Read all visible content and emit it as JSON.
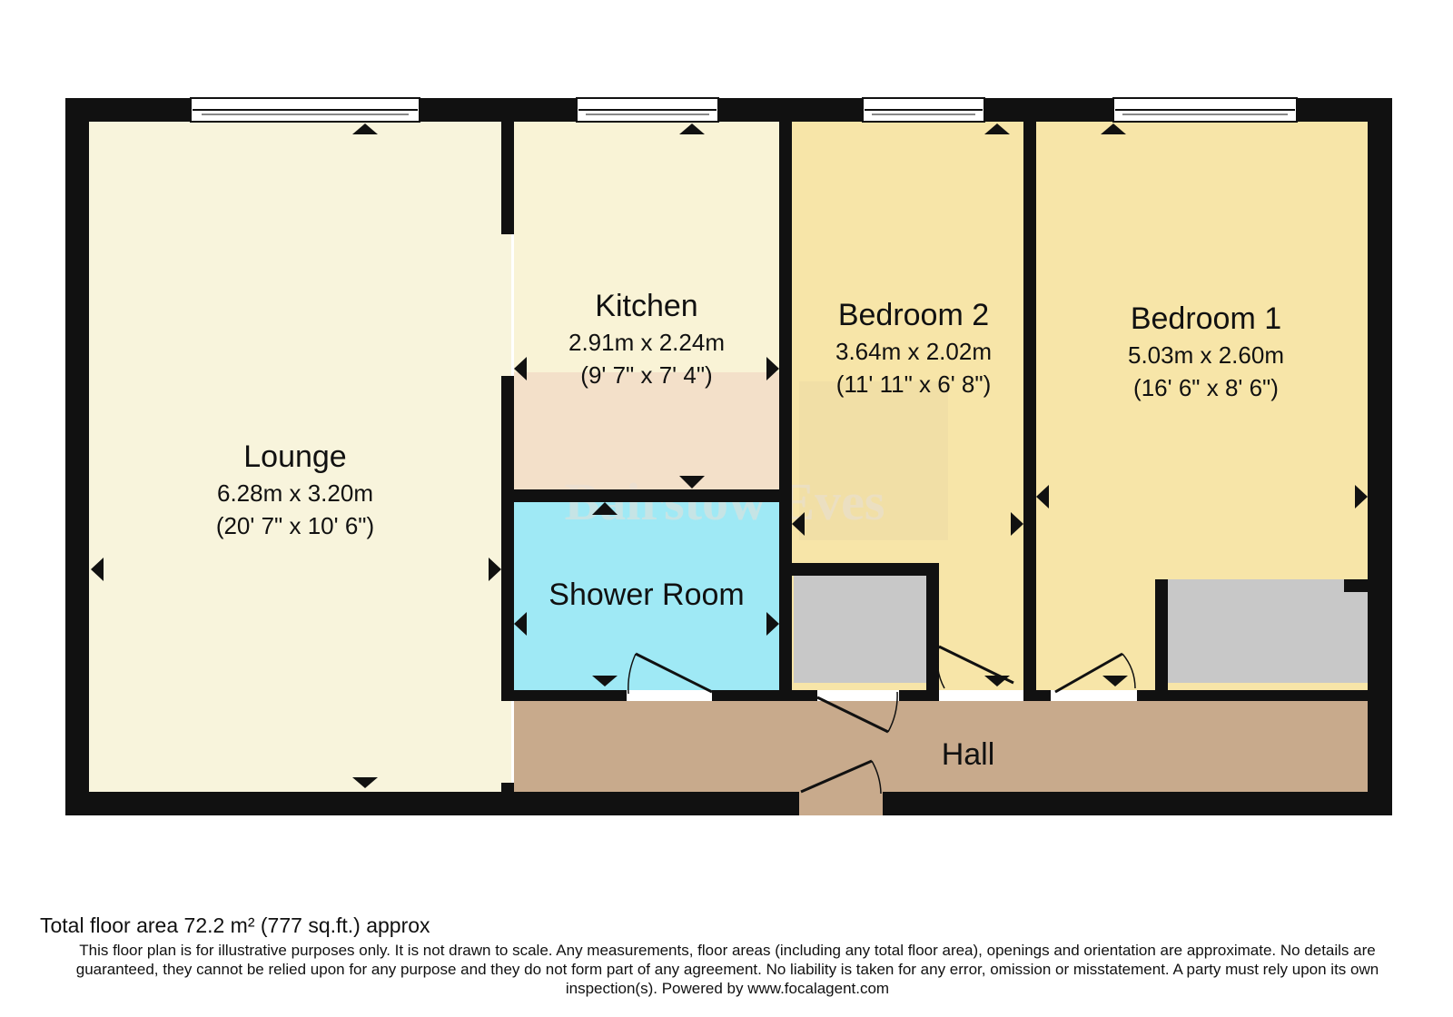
{
  "rooms": {
    "lounge": {
      "name": "Lounge",
      "metric": "6.28m x 3.20m",
      "imperial": "(20' 7\" x 10' 6\")"
    },
    "kitchen": {
      "name": "Kitchen",
      "metric": "2.91m x 2.24m",
      "imperial": "(9' 7\" x 7' 4\")"
    },
    "bedroom2": {
      "name": "Bedroom 2",
      "metric": "3.64m x 2.02m",
      "imperial": "(11' 11\" x 6' 8\")"
    },
    "bedroom1": {
      "name": "Bedroom 1",
      "metric": "5.03m x 2.60m",
      "imperial": "(16' 6\" x 8' 6\")"
    },
    "shower": {
      "name": "Shower Room"
    },
    "hall": {
      "name": "Hall"
    }
  },
  "watermark": "Bairstow Eves",
  "footer": {
    "total_area": "Total floor area 72.2 m² (777 sq.ft.) approx",
    "disclaimer": "This floor plan is for illustrative purposes only. It is not drawn to scale. Any measurements, floor areas (including any total floor area), openings and orientation are approximate. No details are guaranteed, they cannot be relied upon for any purpose and they do not form part of any agreement. No liability is taken for any error, omission or misstatement. A party must rely upon its own inspection(s). Powered by www.focalagent.com"
  },
  "colors": {
    "wall": "#111111",
    "lounge": "#f8f4dc",
    "kitchen": "#f9f3d6",
    "bedroom": "#f7e5a8",
    "shower": "#9fe9f5",
    "hall": "#c8aa8c",
    "cupboard": "#c8c8c8",
    "worktop": "#f3e0c9"
  }
}
